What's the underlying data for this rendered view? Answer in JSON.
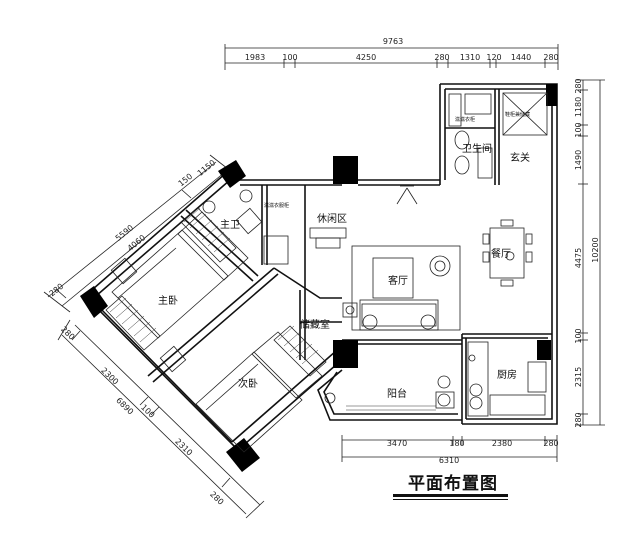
{
  "title": "平面布置图",
  "rooms": {
    "living": "客厅",
    "dining": "餐厅",
    "master_bed": "主卧",
    "second_bed": "次卧",
    "master_bath": "主卫",
    "bathroom": "卫生间",
    "foyer": "玄关",
    "leisure": "休闲区",
    "storage": "储藏室",
    "balcony": "阳台",
    "kitchen": "厨房"
  },
  "notes": {
    "master_bath_cabinet": "滋滋衣服柜",
    "bath_cabinet": "滋滋衣柜",
    "shoe_cabinet": "鞋柜兼储藏"
  },
  "dimensions": {
    "top_total": "9763",
    "top_segments": [
      "1983",
      "100",
      "4250",
      "280",
      "1310",
      "120",
      "1440",
      "280"
    ],
    "right_segments": [
      "280",
      "1180",
      "100",
      "1490",
      "4475",
      "100",
      "2315",
      "280"
    ],
    "right_total": "10200",
    "bottom_segments": [
      "3470",
      "180",
      "2380",
      "280"
    ],
    "bottom_total": "6310",
    "upper_left_segments": [
      "150",
      "1150"
    ],
    "upper_left_total": "5590",
    "upper_left_sub": "4060",
    "upper_left_end": "280",
    "lower_left_segments": [
      "280",
      "2300",
      "100",
      "2310",
      "280"
    ],
    "lower_left_total": "6890"
  }
}
